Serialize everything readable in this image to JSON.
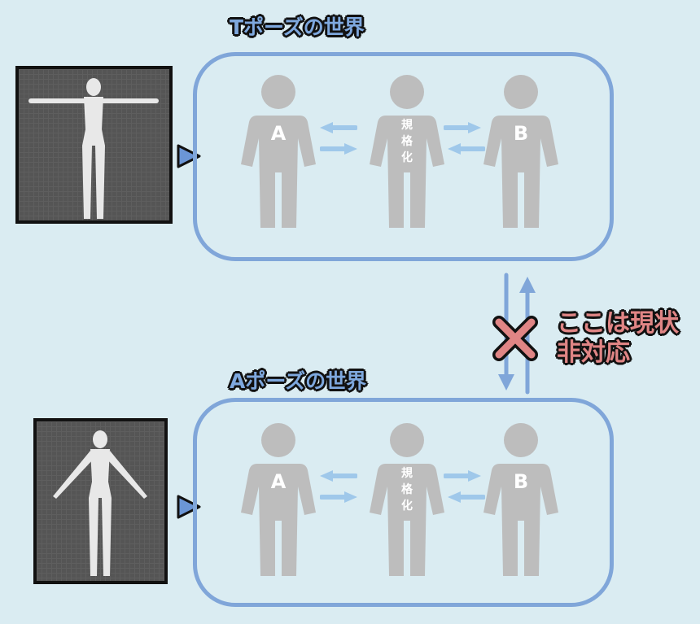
{
  "panels": [
    {
      "title": "Tポーズの世界",
      "left_label": "A",
      "center_label": [
        "規",
        "格",
        "化"
      ],
      "right_label": "B"
    },
    {
      "title": "Aポーズの世界",
      "left_label": "A",
      "center_label": [
        "規",
        "格",
        "化"
      ],
      "right_label": "B"
    }
  ],
  "note": {
    "line1": "ここは現状",
    "line2": "非対応"
  },
  "colors": {
    "background": "#daecf2",
    "frame": "#80a6d9",
    "figure": "#bdbdbd",
    "arrow": "#9fc8ea",
    "cross": "#e08585"
  }
}
